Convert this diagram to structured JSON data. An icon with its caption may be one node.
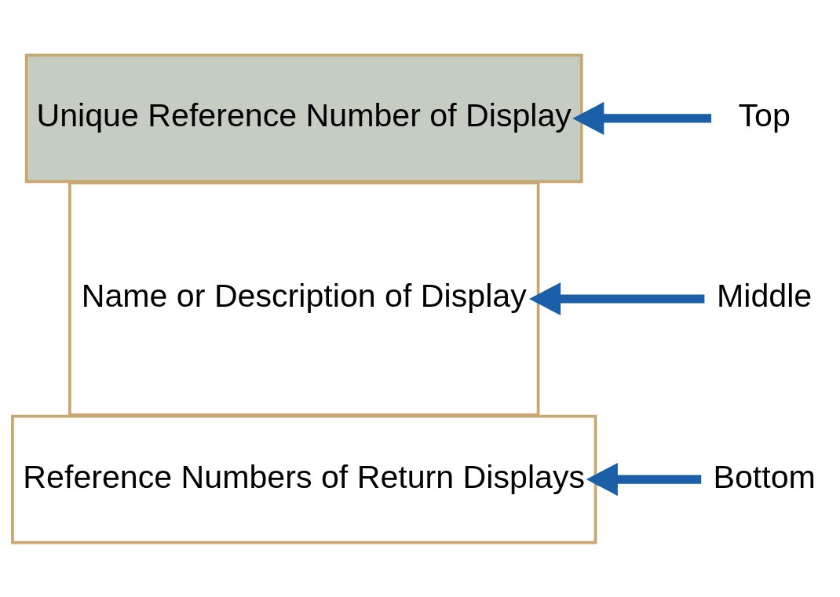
{
  "diagram": {
    "nodes": [
      {
        "text": [
          "Unique Reference Number of Display"
        ]
      },
      {
        "text": [
          "Name or Description of Display"
        ]
      },
      {
        "text": [
          "Reference Numbers of Return Displays"
        ]
      },
      {
        "text": [
          "Top"
        ]
      },
      {
        "text": [
          "Middle"
        ]
      },
      {
        "text": [
          "Bottom"
        ]
      }
    ],
    "edges": [
      {
        "from": 3,
        "to": 0,
        "arrow": "to"
      },
      {
        "from": 4,
        "to": 1,
        "arrow": "to"
      },
      {
        "from": 5,
        "to": 2,
        "arrow": "to"
      }
    ]
  }
}
